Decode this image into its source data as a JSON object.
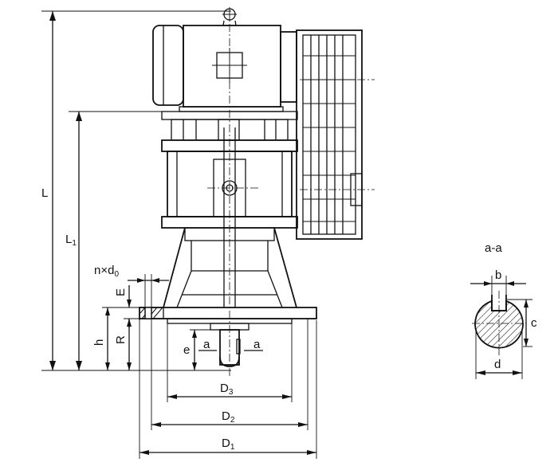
{
  "labels": {
    "L": "L",
    "L1": "L",
    "L1_sub": "1",
    "n_x_d0": "n×d",
    "n_x_d0_sub": "0",
    "E": "E",
    "R": "R",
    "h": "h",
    "e": "e",
    "a_left": "a",
    "a_right": "a",
    "D3": "D",
    "D3_sub": "3",
    "D2": "D",
    "D2_sub": "2",
    "D1": "D",
    "D1_sub": "1",
    "section_title": "a-a",
    "b": "b",
    "c": "c",
    "d": "d"
  },
  "colors": {
    "line": "#111111",
    "background": "#ffffff"
  }
}
